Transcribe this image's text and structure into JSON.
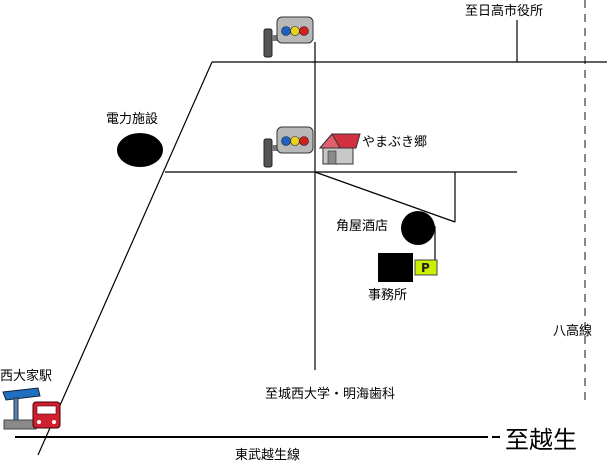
{
  "map": {
    "labels": {
      "city_hall": "至日高市役所",
      "power_facility": "電力施設",
      "yamabuki": "やまぶき郷",
      "sake_shop": "角屋酒店",
      "office": "事務所",
      "hachiko_line": "八高線",
      "josai": "至城西大学・明海歯科",
      "station": "西大家駅",
      "tobu_line": "東武越生線",
      "ogose": "至越生",
      "parking": "P"
    },
    "icons": [
      "traffic-light-icon",
      "house-icon",
      "station-sign-icon",
      "train-icon",
      "parking-icon"
    ],
    "colors": {
      "road": "#000000",
      "railway": "#888888",
      "signal_blue": "#2060c0",
      "signal_yellow": "#e8d020",
      "signal_red": "#d02020",
      "parking": "#ccf000",
      "house_roof": "#d03040",
      "station_sign": "#1f6fc0",
      "train": "#d02030"
    }
  }
}
